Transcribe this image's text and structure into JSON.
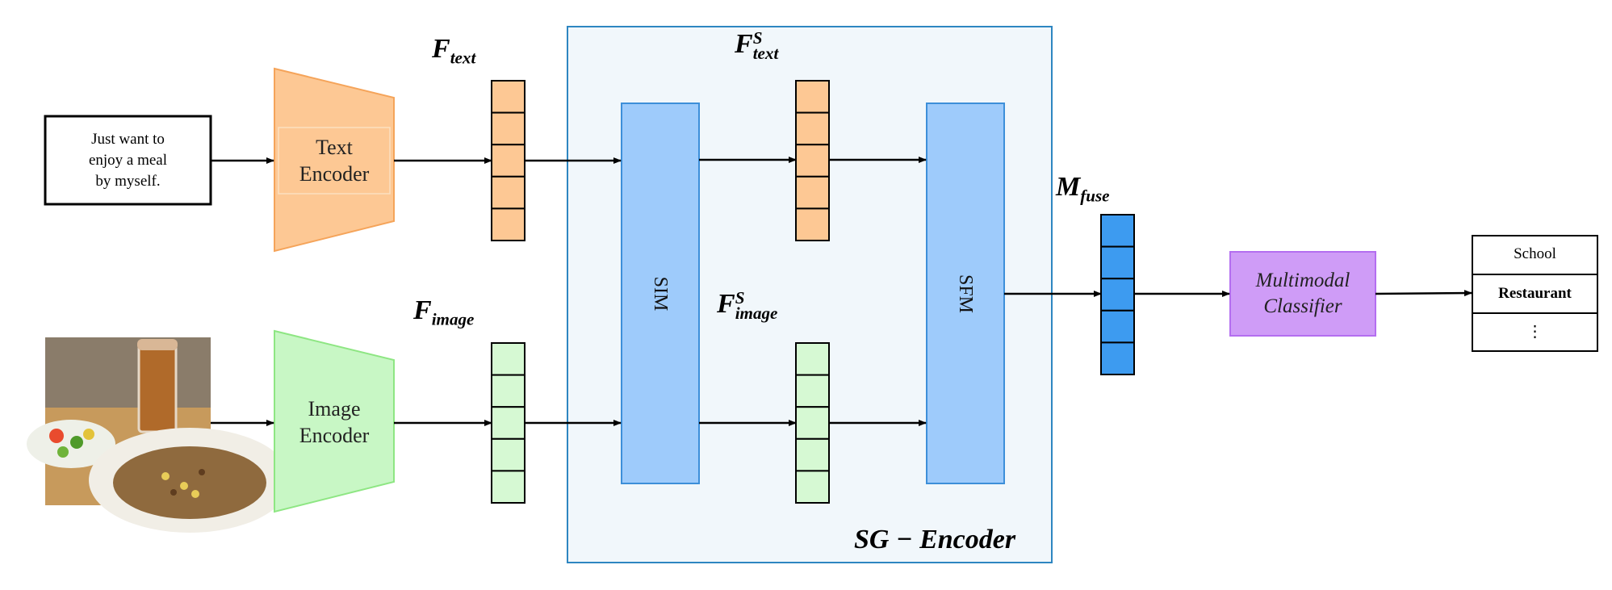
{
  "input_text": {
    "lines": [
      "Just want to",
      "enjoy a meal",
      "by myself."
    ]
  },
  "text_encoder": {
    "line1": "Text",
    "line2": "Encoder",
    "color": "#fdc894",
    "border": "#f5a45a"
  },
  "image_encoder": {
    "line1": "Image",
    "line2": "Encoder",
    "color": "#c8f7c5",
    "border": "#8ee683"
  },
  "features": {
    "f_text": {
      "base": "F",
      "sub": "text"
    },
    "f_image": {
      "base": "F",
      "sub": "image"
    },
    "f_text_s": {
      "base": "F",
      "sup": "S",
      "sub": "text"
    },
    "f_image_s": {
      "base": "F",
      "sup": "S",
      "sub": "image"
    },
    "m_fuse": {
      "base": "M",
      "sub": "fuse"
    }
  },
  "sg_encoder": {
    "label": "SG − Encoder",
    "bg": "#f1f7fb",
    "border": "#2e86c1"
  },
  "sim": {
    "label": "SIM",
    "color": "#9ecbfb",
    "border": "#3d8fd9"
  },
  "sfm": {
    "label": "SFM",
    "color": "#9ecbfb",
    "border": "#3d8fd9"
  },
  "classifier": {
    "line1": "Multimodal",
    "line2": "Classifier",
    "color": "#cf9cf7",
    "border": "#b46ef0"
  },
  "outputs": [
    "School",
    "Restaurant",
    "⋮"
  ],
  "colors": {
    "text_vec": "#fdc894",
    "image_vec": "#d6f9d3",
    "fuse_vec": "#3d9bf0",
    "arrow": "#000000"
  }
}
